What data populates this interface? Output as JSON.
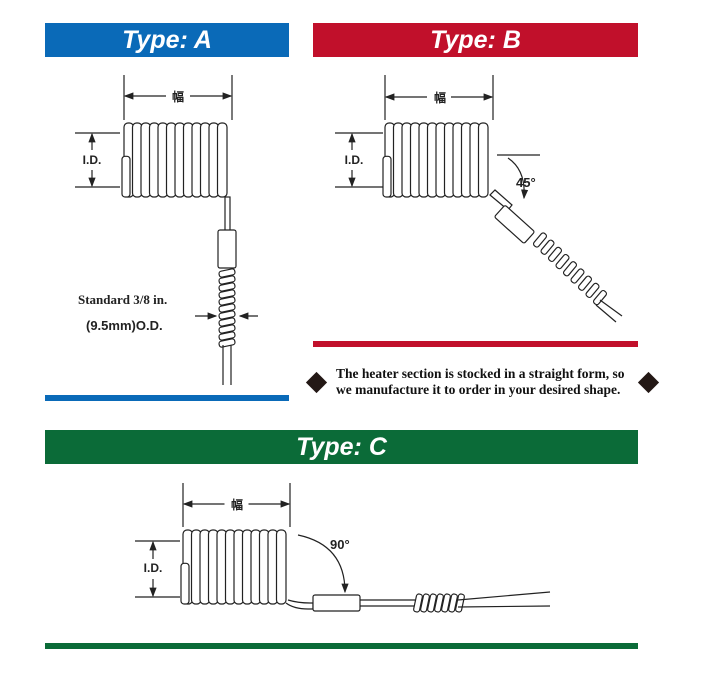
{
  "colors": {
    "type_a": "#0a6ab8",
    "type_b": "#c1102b",
    "type_c": "#0b6b38"
  },
  "type_a": {
    "title": "Type: A",
    "width_label": "幅",
    "id_label": "I.D.",
    "od_line1": "Standard 3/8 in.",
    "od_line2": "(9.5mm)O.D."
  },
  "type_b": {
    "title": "Type: B",
    "width_label": "幅",
    "id_label": "I.D.",
    "angle_label": "45°"
  },
  "type_c": {
    "title": "Type: C",
    "width_label": "幅",
    "id_label": "I.D.",
    "angle_label": "90°"
  },
  "note": "The heater section is stocked in a straight form, so we manufacture it to order in your desired shape."
}
